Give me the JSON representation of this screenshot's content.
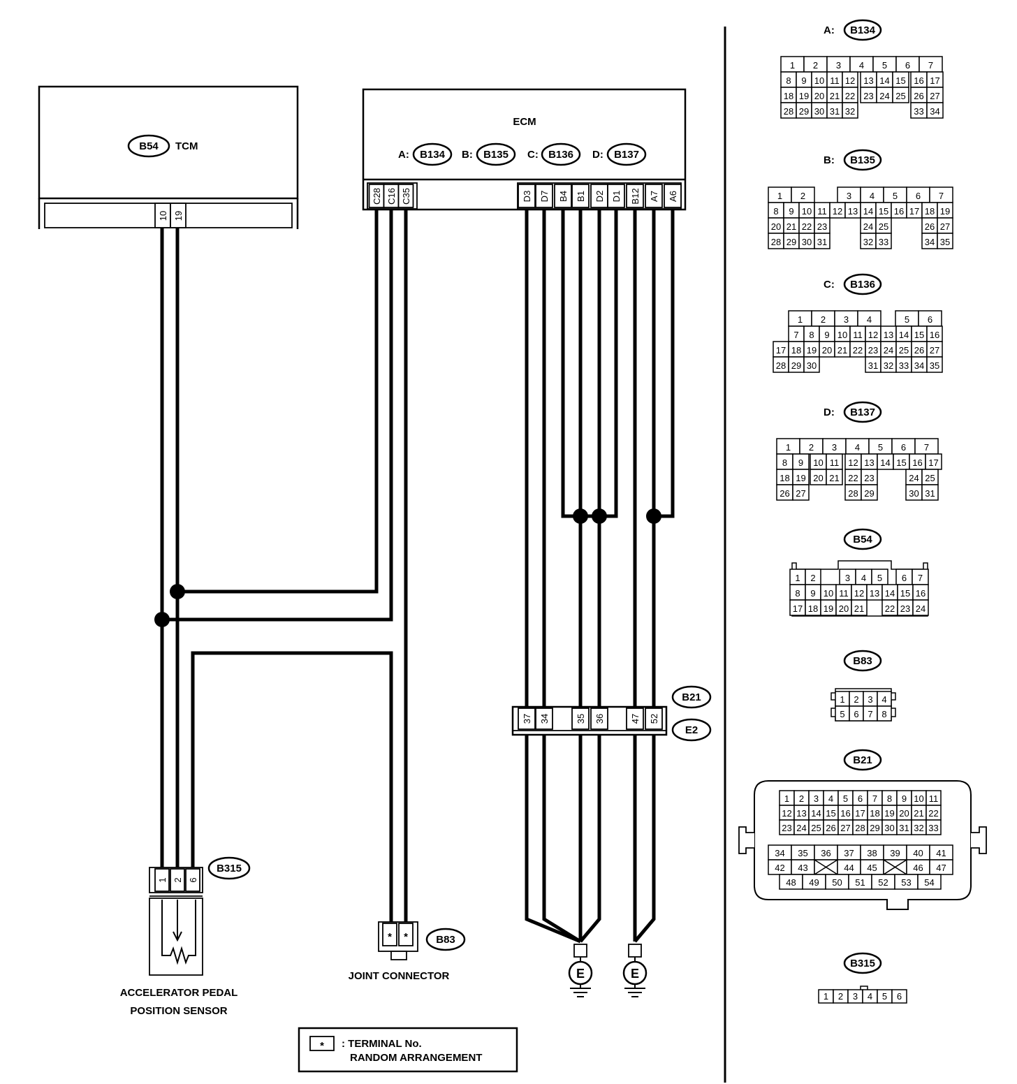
{
  "tcm": {
    "connector": "B54",
    "label": "TCM",
    "terminals": [
      "10",
      "19"
    ]
  },
  "ecm": {
    "label": "ECM",
    "connectors": [
      {
        "prefix": "A:",
        "id": "B134"
      },
      {
        "prefix": "B:",
        "id": "B135"
      },
      {
        "prefix": "C:",
        "id": "B136"
      },
      {
        "prefix": "D:",
        "id": "B137"
      }
    ],
    "terminals_left": [
      "C28",
      "C16",
      "C35"
    ],
    "terminals_right": [
      "D3",
      "D7",
      "B4",
      "B1",
      "D2",
      "D1",
      "B12",
      "A7",
      "A6"
    ]
  },
  "b21_e2": {
    "connectors": [
      "B21",
      "E2"
    ],
    "terminals": [
      "37",
      "34",
      "35",
      "36",
      "47",
      "52"
    ]
  },
  "sensor": {
    "connector": "B315",
    "terminals": [
      "1",
      "2",
      "6"
    ],
    "label_line1": "ACCELERATOR PEDAL",
    "label_line2": "POSITION SENSOR"
  },
  "joint": {
    "connector": "B83",
    "terminals": [
      "*",
      "*"
    ],
    "label": "JOINT CONNECTOR"
  },
  "grounds": [
    "E",
    "E"
  ],
  "legend": {
    "symbol": "*",
    "line1": ": TERMINAL No.",
    "line2": "RANDOM ARRANGEMENT"
  },
  "pinouts": {
    "a": {
      "prefix": "A:",
      "id": "B134",
      "rows": [
        [
          "1",
          "2",
          "3",
          "4",
          "5",
          "6",
          "7"
        ],
        [
          "8",
          "9",
          "10",
          "11",
          "12",
          "13",
          "14",
          "15",
          "16",
          "17"
        ],
        [
          "18",
          "19",
          "20",
          "21",
          "22",
          "23",
          "24",
          "25",
          "26",
          "27"
        ],
        [
          "28",
          "29",
          "30",
          "31",
          "32",
          "33",
          "34"
        ]
      ]
    },
    "b": {
      "prefix": "B:",
      "id": "B135",
      "rows": [
        [
          "1",
          "2",
          "3",
          "4",
          "5",
          "6",
          "7"
        ],
        [
          "8",
          "9",
          "10",
          "11",
          "12",
          "13",
          "14",
          "15",
          "16",
          "17",
          "18",
          "19"
        ],
        [
          "20",
          "21",
          "22",
          "23",
          "24",
          "25",
          "26",
          "27"
        ],
        [
          "28",
          "29",
          "30",
          "31",
          "32",
          "33",
          "34",
          "35"
        ]
      ]
    },
    "c": {
      "prefix": "C:",
      "id": "B136",
      "rows": [
        [
          "1",
          "2",
          "3",
          "4",
          "5",
          "6"
        ],
        [
          "7",
          "8",
          "9",
          "10",
          "11",
          "12",
          "13",
          "14",
          "15",
          "16"
        ],
        [
          "17",
          "18",
          "19",
          "20",
          "21",
          "22",
          "23",
          "24",
          "25",
          "26",
          "27"
        ],
        [
          "28",
          "29",
          "30",
          "31",
          "32",
          "33",
          "34",
          "35"
        ]
      ]
    },
    "d": {
      "prefix": "D:",
      "id": "B137",
      "rows": [
        [
          "1",
          "2",
          "3",
          "4",
          "5",
          "6",
          "7"
        ],
        [
          "8",
          "9",
          "10",
          "11",
          "12",
          "13",
          "14",
          "15",
          "16",
          "17"
        ],
        [
          "18",
          "19",
          "20",
          "21",
          "22",
          "23",
          "24",
          "25"
        ],
        [
          "26",
          "27",
          "28",
          "29",
          "30",
          "31"
        ]
      ]
    },
    "b54": {
      "id": "B54",
      "rows": [
        [
          "1",
          "2",
          "3",
          "4",
          "5",
          "6",
          "7"
        ],
        [
          "8",
          "9",
          "10",
          "11",
          "12",
          "13",
          "14",
          "15",
          "16"
        ],
        [
          "17",
          "18",
          "19",
          "20",
          "21",
          "22",
          "23",
          "24"
        ]
      ]
    },
    "b83": {
      "id": "B83",
      "rows": [
        [
          "1",
          "2",
          "3",
          "4"
        ],
        [
          "5",
          "6",
          "7",
          "8"
        ]
      ]
    },
    "b21": {
      "id": "B21",
      "rows": [
        [
          "1",
          "2",
          "3",
          "4",
          "5",
          "6",
          "7",
          "8",
          "9",
          "10",
          "11"
        ],
        [
          "12",
          "13",
          "14",
          "15",
          "16",
          "17",
          "18",
          "19",
          "20",
          "21",
          "22"
        ],
        [
          "23",
          "24",
          "25",
          "26",
          "27",
          "28",
          "29",
          "30",
          "31",
          "32",
          "33"
        ],
        [
          "34",
          "35",
          "36",
          "37",
          "38",
          "39",
          "40",
          "41"
        ],
        [
          "42",
          "43",
          "44",
          "45",
          "46",
          "47"
        ],
        [
          "48",
          "49",
          "50",
          "51",
          "52",
          "53",
          "54"
        ]
      ]
    },
    "b315": {
      "id": "B315",
      "rows": [
        [
          "1",
          "2",
          "3",
          "4",
          "5",
          "6"
        ]
      ]
    }
  }
}
